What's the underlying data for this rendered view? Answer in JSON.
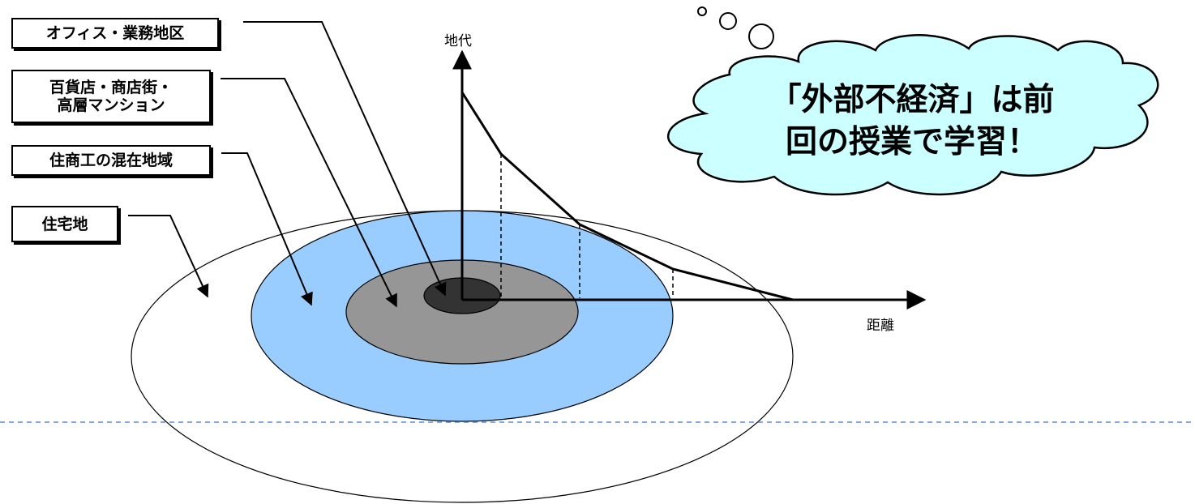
{
  "labels": {
    "office": "オフィス・業務地区",
    "dept_store": "百貨店・商店街・\n高層マンション",
    "mixed": "住商工の混在地域",
    "residential": "住宅地"
  },
  "axes": {
    "y_label": "地代",
    "x_label": "距離"
  },
  "bubble": {
    "text": "「外部不経済」は前\n回の授業で学習！"
  },
  "colors": {
    "core": "#333333",
    "ring2": "#969696",
    "ring3": "#99ccff",
    "ring4": "#ffffff",
    "bubble_fill": "#ccffff",
    "divider": "#5b8bd0"
  }
}
